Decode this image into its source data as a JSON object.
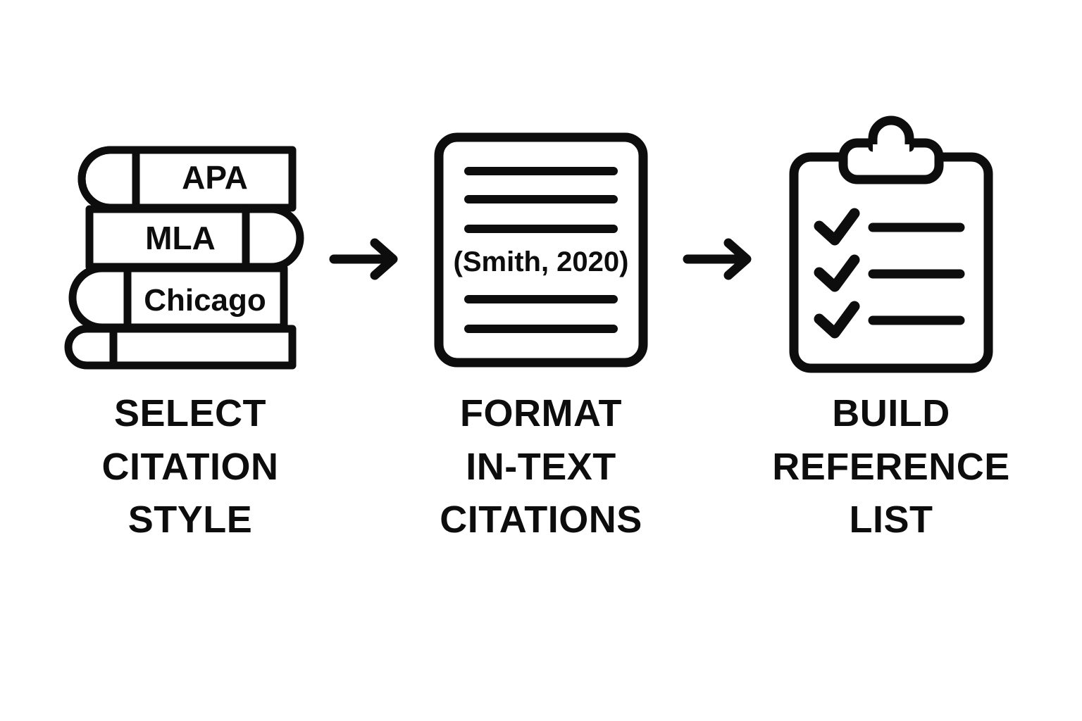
{
  "diagram": {
    "title": "Citation workflow: select style, format in-text citations, build reference list",
    "background_color": "#ffffff",
    "stroke_color": "#0d0d0d",
    "steps": [
      {
        "id": "select-citation-style",
        "icon": "book-stack-icon",
        "label": "SELECT\nCITATION\nSTYLE",
        "books": [
          {
            "title": "APA",
            "spine_side": "left"
          },
          {
            "title": "MLA",
            "spine_side": "right"
          },
          {
            "title": "Chicago",
            "spine_side": "left"
          },
          {
            "title": "",
            "spine_side": "left"
          }
        ]
      },
      {
        "id": "format-in-text-citations",
        "icon": "document-icon",
        "label": "FORMAT\nIN-TEXT\nCITATIONS",
        "document": {
          "lines_above": 3,
          "citation_text": "(Smith, 2020)",
          "lines_below": 2
        }
      },
      {
        "id": "build-reference-list",
        "icon": "clipboard-checklist-icon",
        "label": "BUILD\nREFERENCE\nLIST",
        "checklist": {
          "rows": 3,
          "checked": [
            true,
            true,
            true
          ]
        }
      }
    ],
    "arrows": [
      {
        "id": "arrow-step1-to-step2",
        "direction": "right"
      },
      {
        "id": "arrow-step2-to-step3",
        "direction": "right"
      }
    ]
  }
}
